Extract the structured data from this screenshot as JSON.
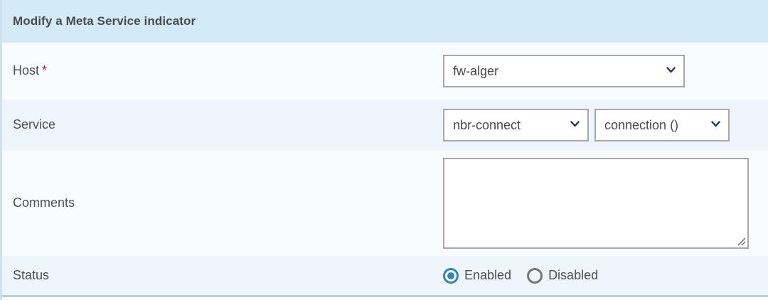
{
  "header": {
    "title": "Modify a Meta Service indicator"
  },
  "colors": {
    "header_background": "#d3ebf8",
    "row_light": "#f8fcfe",
    "row_alt": "#eff5fc",
    "required_star": "#e8132b",
    "chevron": "#22365e",
    "radio_selected": "#3182bd",
    "radio_unselected": "#757575",
    "field_border": "#a8a8a8",
    "panel_edge": "#cfe2ef",
    "bottom_border": "#b9cedd"
  },
  "rows": {
    "host": {
      "label": "Host",
      "required": true,
      "required_marker": "*",
      "select": {
        "value": "fw-alger",
        "icon": "chevron-down-icon"
      }
    },
    "service": {
      "label": "Service",
      "required": false,
      "service_select": {
        "value": "nbr-connect",
        "icon": "chevron-down-icon"
      },
      "metric_select": {
        "value": "connection ()",
        "icon": "chevron-down-icon"
      }
    },
    "comments": {
      "label": "Comments",
      "required": false,
      "textarea": {
        "value": "",
        "placeholder": ""
      }
    },
    "status": {
      "label": "Status",
      "required": false,
      "options": [
        {
          "label": "Enabled",
          "selected": true
        },
        {
          "label": "Disabled",
          "selected": false
        }
      ]
    }
  }
}
